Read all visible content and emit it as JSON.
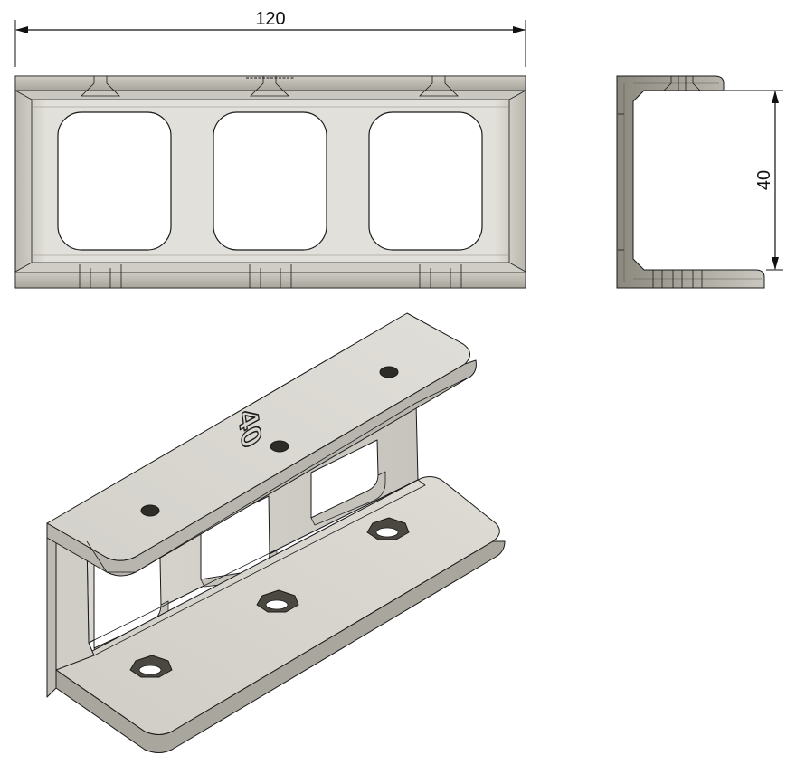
{
  "dimensions": {
    "width_label": "120",
    "height_label": "40"
  },
  "emboss_label": "40",
  "colors": {
    "part_face": "#dcdad3",
    "part_shade": "#a9a69d",
    "part_dark": "#777569",
    "outline": "#1a1a1a",
    "background": "#ffffff"
  }
}
